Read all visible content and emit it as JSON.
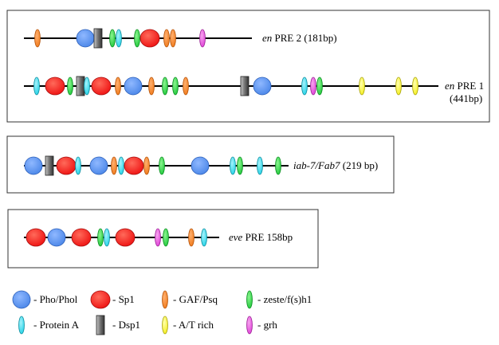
{
  "colors": {
    "blue": "#4a86e8",
    "red": "#ee1111",
    "orange": "#f07a1a",
    "green": "#1fc83a",
    "cyan": "#22d2e6",
    "yellow": "#f4ee1c",
    "magenta": "#e040d8",
    "gray_dark": "#333333",
    "gray_light": "#c8c8c8"
  },
  "elements": {
    "pho": "Pho/Phol",
    "sp1": "Sp1",
    "gaf": "GAF/Psq",
    "zeste": "zeste/f(s)h1",
    "proteinA": "Protein A",
    "dsp1": "Dsp1",
    "at": "A/T rich",
    "grh": "grh"
  },
  "legend": [
    {
      "type": "pho",
      "text": "- Pho/Phol"
    },
    {
      "type": "sp1",
      "text": "- Sp1"
    },
    {
      "type": "gaf",
      "text": "- GAF/Psq"
    },
    {
      "type": "zeste",
      "text": "- zeste/f(s)h1"
    },
    {
      "type": "proteinA",
      "text": "- Protein A"
    },
    {
      "type": "dsp1",
      "text": "- Dsp1"
    },
    {
      "type": "at",
      "text": "- A/T rich"
    },
    {
      "type": "grh",
      "text": "- grh"
    }
  ],
  "constructs": [
    {
      "gene": "en",
      "label": "PRE 2 (181bp)"
    },
    {
      "gene": "en",
      "label": "PRE 1",
      "label2": "(441bp)"
    },
    {
      "gene": "iab-7/Fab7",
      "label": "(219 bp)"
    },
    {
      "gene": "eve",
      "label": "PRE 158bp"
    }
  ]
}
